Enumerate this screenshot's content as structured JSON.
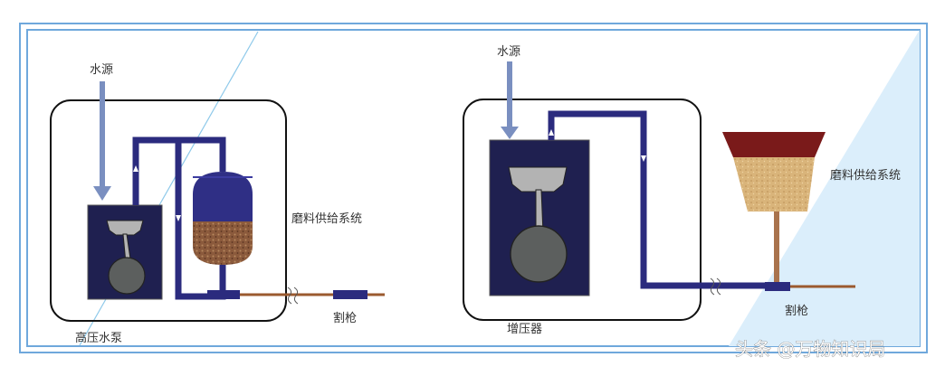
{
  "left_diagram": {
    "water_source": "水源",
    "abrasive_system": "磨料供给系统",
    "pump": "高压水泵",
    "cutting_gun": "割枪"
  },
  "right_diagram": {
    "water_source": "水源",
    "abrasive_system": "磨料供给系统",
    "intensifier": "增压器",
    "cutting_gun": "割枪"
  },
  "watermark": "头条 @万物知识局",
  "colors": {
    "frame": "#6fa8dc",
    "pipe": "#2b2b7e",
    "water_arrow": "#7a8fc0",
    "tank_abrasive": "#8b5a3c",
    "hopper_top": "#7a1a1a",
    "hopper_body": "#d9b47a",
    "cylinder_fill": "#1f2050",
    "piston": "#b3b3b3",
    "wheel": "#5c5f5e",
    "diagonal_band": "#dbeefb"
  }
}
